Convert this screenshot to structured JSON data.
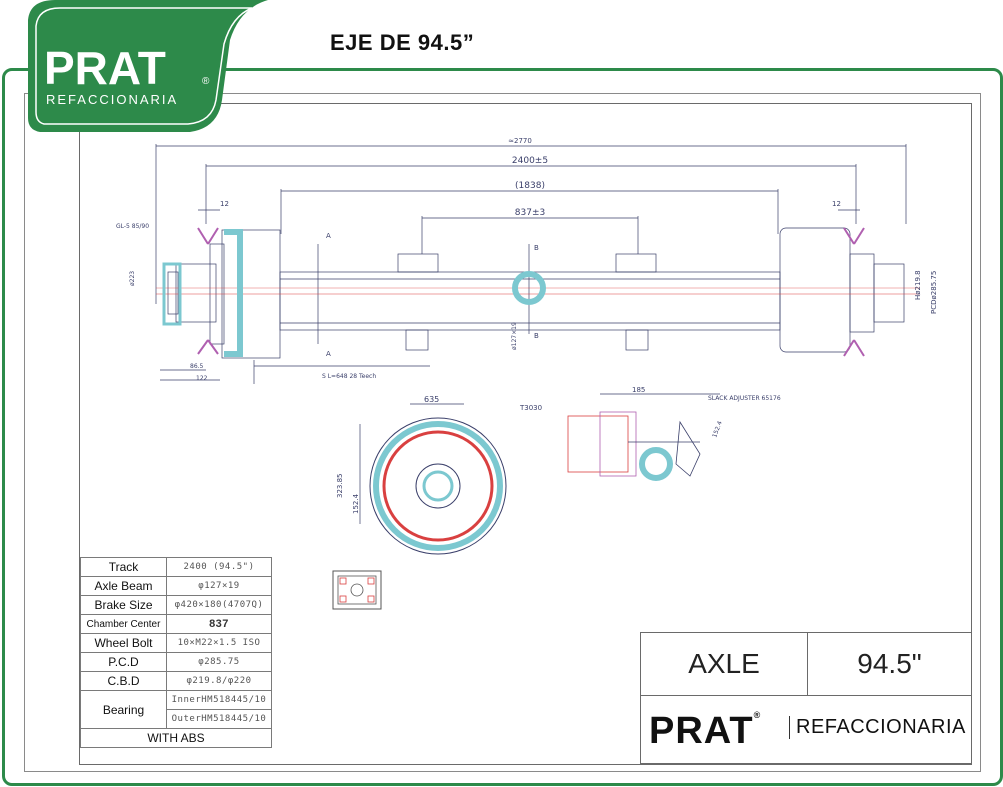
{
  "title": "EJE DE 94.5”",
  "logo": {
    "brand": "PRAT",
    "registered": "®",
    "tagline": "REFACCIONARIA"
  },
  "drawing": {
    "dims": {
      "overall": "≈2770",
      "track": "2400±5",
      "beam": "(1838)",
      "chamber": "837±3",
      "left12": "12",
      "right12": "12",
      "gl": "GL-5 85/90",
      "d223": "ø223",
      "d127": "ø127×19",
      "h2198": "Hø219.8",
      "pcd": "PCDø285.75",
      "d865": "86.5",
      "d122": "122",
      "spline": "S L=648  28 Teech",
      "secA": "A",
      "secB": "B",
      "d635": "635",
      "d32385": "323.85",
      "d1524": "152.4",
      "t3030": "T3030",
      "d185": "185",
      "slack": "SLACK ADJUSTER  65176",
      "d1521": "152.4"
    }
  },
  "spec": {
    "rows": [
      {
        "label": "Track",
        "value": "2400 (94.5\")"
      },
      {
        "label": "Axle Beam",
        "value": "φ127×19"
      },
      {
        "label": "Brake Size",
        "value": "φ420×180(4707Q)"
      },
      {
        "label": "Chamber Center",
        "value": "837"
      },
      {
        "label": "Wheel Bolt",
        "value": "10×M22×1.5 ISO"
      },
      {
        "label": "P.C.D",
        "value": "φ285.75"
      },
      {
        "label": "C.B.D",
        "value": "φ219.8/φ220"
      }
    ],
    "bearing_label": "Bearing",
    "bearing_inner": "InnerHM518445/10",
    "bearing_outer": "OuterHM518445/10",
    "abs": "WITH ABS"
  },
  "title_block": {
    "axle": "AXLE",
    "size": "94.5\"",
    "brand": "PRAT",
    "registered": "®",
    "tagline": "REFACCIONARIA"
  },
  "colors": {
    "green": "#2d8a4a",
    "cyan": "#7cc8d0",
    "red": "#d94040",
    "purple": "#b060b0",
    "line": "#3a3f6a"
  }
}
